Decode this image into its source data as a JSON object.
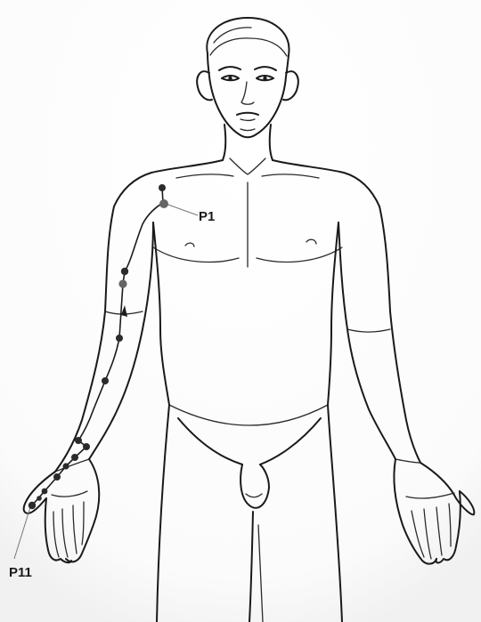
{
  "diagram": {
    "labels": {
      "start": "P1",
      "end": "P11"
    },
    "colors": {
      "line": "#1a1a1a",
      "point": "#2b2b2b",
      "highlight_point": "#666666",
      "leader": "#777777",
      "background": "#ffffff"
    },
    "point_count": 14
  }
}
